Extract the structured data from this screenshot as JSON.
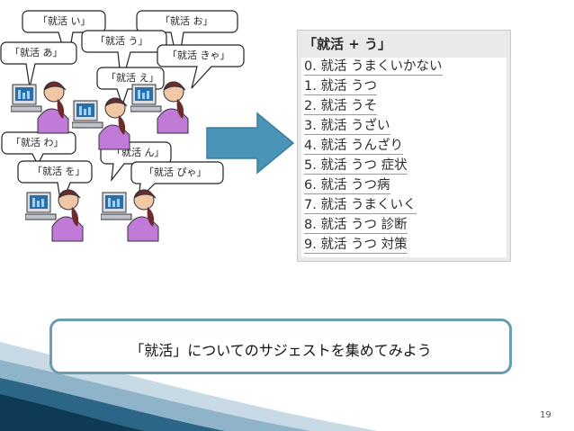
{
  "bubbles": [
    "「就活 い」",
    "「就活 お」",
    "「就活 う」",
    "「就活 あ」",
    "「就活 きゃ」",
    "「就活 え」",
    "「就活 わ」",
    "「就活 ん」",
    "「就活 を」",
    "「就活 ぴゃ」"
  ],
  "panel": {
    "header": "「就活 + う」",
    "suggestions": [
      "0. 就活 うまくいかない",
      "1. 就活 うつ",
      "2. 就活 うそ",
      "3. 就活 うざい",
      "4. 就活 うんざり",
      "5. 就活 うつ 症状",
      "6. 就活 うつ病",
      "7. 就活 うまくいく",
      "8. 就活 うつ 診断",
      "9. 就活 うつ 対策"
    ]
  },
  "callout": "「就活」についてのサジェストを集めてみよう",
  "page_number": "19",
  "colors": {
    "arrow": "#4a94b8",
    "callout_border": "#6a9cb3",
    "swoosh_dark": "#0f3a55",
    "swoosh_light": "#8fb4c9"
  }
}
